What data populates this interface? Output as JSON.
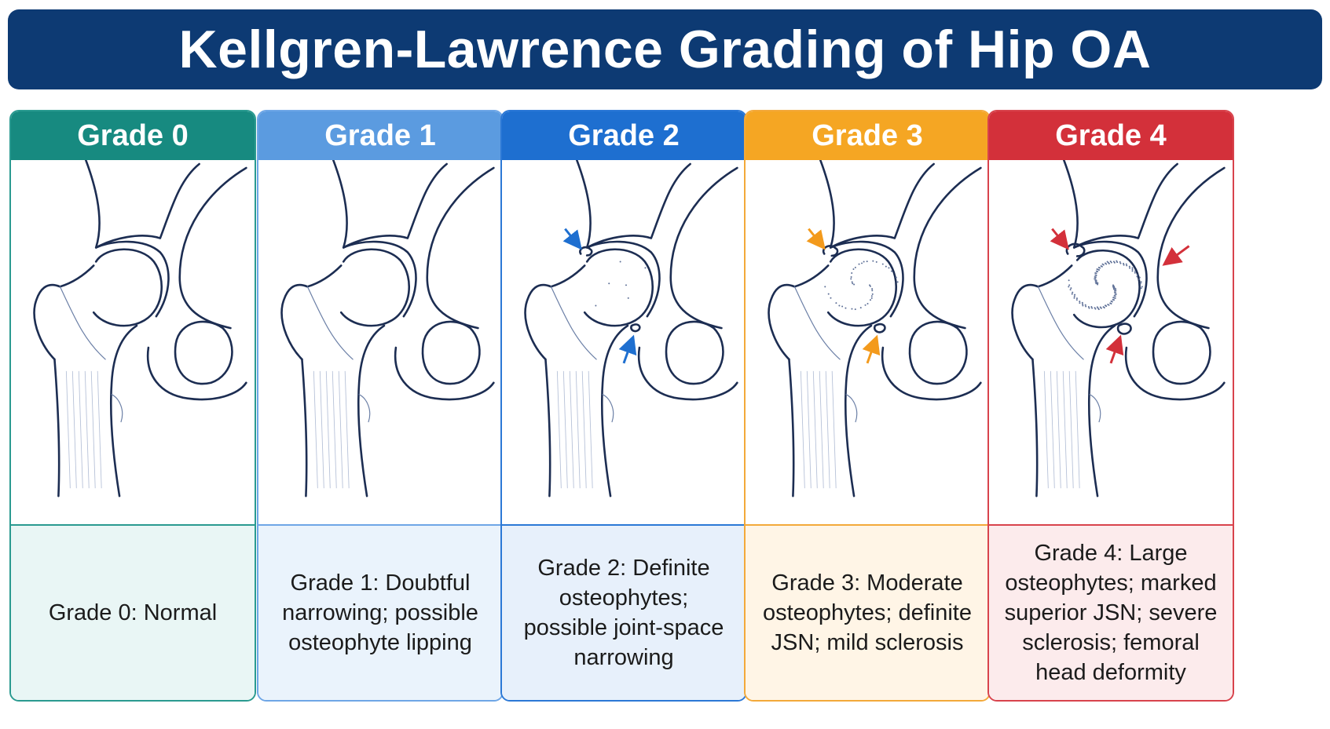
{
  "title": "Kellgren-Lawrence Grading of Hip OA",
  "grades": [
    {
      "label": "Grade 0",
      "description": "Grade 0: Normal",
      "header_color": "#178a80",
      "border_color": "#2a9a90",
      "text_bg": "#e9f6f5",
      "arrow_color": "",
      "features": {
        "osteophytes": "none",
        "sclerosis": "none"
      }
    },
    {
      "label": "Grade 1",
      "description": "Grade 1:  Doubtful narrowing; possible osteophyte lipping",
      "header_color": "#5b9be0",
      "border_color": "#6ea6e6",
      "text_bg": "#eaf3fc",
      "arrow_color": "",
      "features": {
        "osteophytes": "lipping",
        "sclerosis": "none"
      }
    },
    {
      "label": "Grade 2",
      "description": "Grade 2: Definite osteophytes; possible joint-space narrowing",
      "header_color": "#1e6fd0",
      "border_color": "#2b78d6",
      "text_bg": "#e7f0fb",
      "arrow_color": "#1e6fd0",
      "features": {
        "osteophytes": "definite",
        "sclerosis": "none"
      }
    },
    {
      "label": "Grade 3",
      "description": "Grade 3: Moderate osteophytes; definite JSN; mild sclerosis",
      "header_color": "#f5a623",
      "border_color": "#f3a93a",
      "text_bg": "#fff5e6",
      "arrow_color": "#f39a1c",
      "features": {
        "osteophytes": "moderate",
        "sclerosis": "mild"
      }
    },
    {
      "label": "Grade 4",
      "description": "Grade 4: Large osteophytes; marked superior JSN; severe sclerosis; femoral head deformity",
      "header_color": "#d3303a",
      "border_color": "#d8434c",
      "text_bg": "#fcebec",
      "arrow_color": "#d3303a",
      "features": {
        "osteophytes": "large",
        "sclerosis": "severe"
      }
    }
  ]
}
